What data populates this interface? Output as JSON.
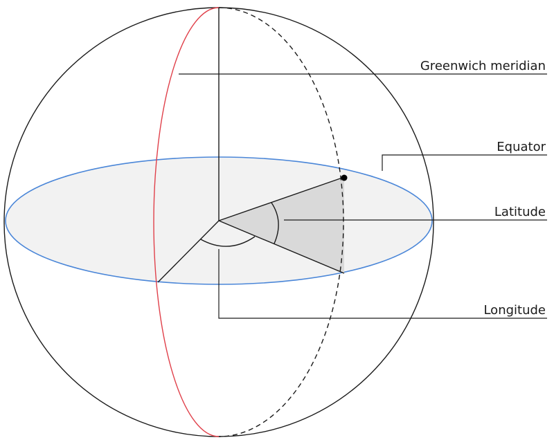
{
  "labels": {
    "greenwich_meridian": "Greenwich meridian",
    "equator": "Equator",
    "latitude": "Latitude",
    "longitude": "Longitude"
  },
  "colors": {
    "meridian": "#e0404a",
    "equator": "#4a86d8",
    "equator_fill": "#f2f2f2",
    "wedge_fill": "#dcdcdc",
    "outline": "#1a1a1a",
    "background": "#ffffff"
  }
}
